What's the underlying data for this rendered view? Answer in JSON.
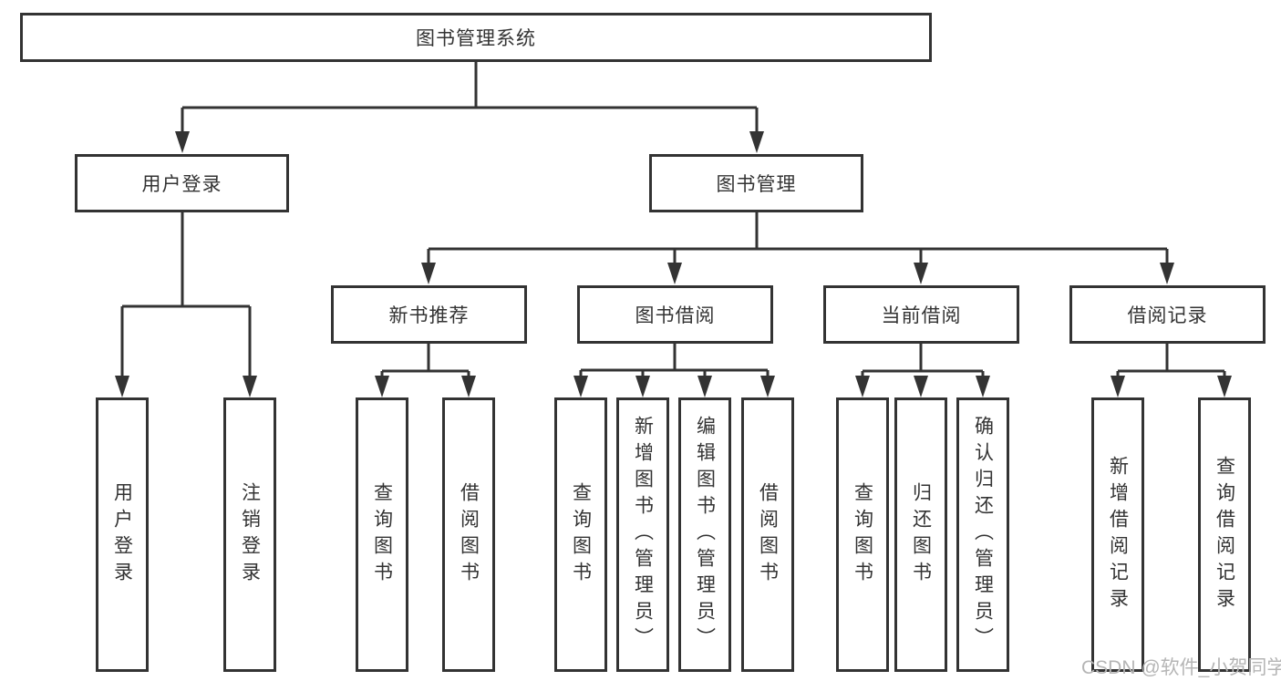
{
  "nodes": {
    "root": "图书管理系统",
    "level1": [
      {
        "label": "用户登录"
      },
      {
        "label": "图书管理"
      }
    ],
    "level2": [
      {
        "label": "新书推荐"
      },
      {
        "label": "图书借阅"
      },
      {
        "label": "当前借阅"
      },
      {
        "label": "借阅记录"
      }
    ],
    "groups": [
      {
        "parent": "用户登录",
        "children": [
          "用户登录",
          "注销登录"
        ]
      },
      {
        "parent": "新书推荐",
        "children": [
          "查询图书",
          "借阅图书"
        ]
      },
      {
        "parent": "图书借阅",
        "children": [
          "查询图书",
          "新增图书（管理员）",
          "编辑图书（管理员）",
          "借阅图书"
        ]
      },
      {
        "parent": "当前借阅",
        "children": [
          "查询图书",
          "归还图书",
          "确认归还（管理员）"
        ]
      },
      {
        "parent": "借阅记录",
        "children": [
          "新增借阅记录",
          "查询借阅记录"
        ]
      }
    ]
  },
  "watermark": "CSDN @软件_小贺同学",
  "colors": {
    "line": "#333333",
    "text": "#333333",
    "watermark": "#b5b5b5",
    "background": "#ffffff"
  }
}
